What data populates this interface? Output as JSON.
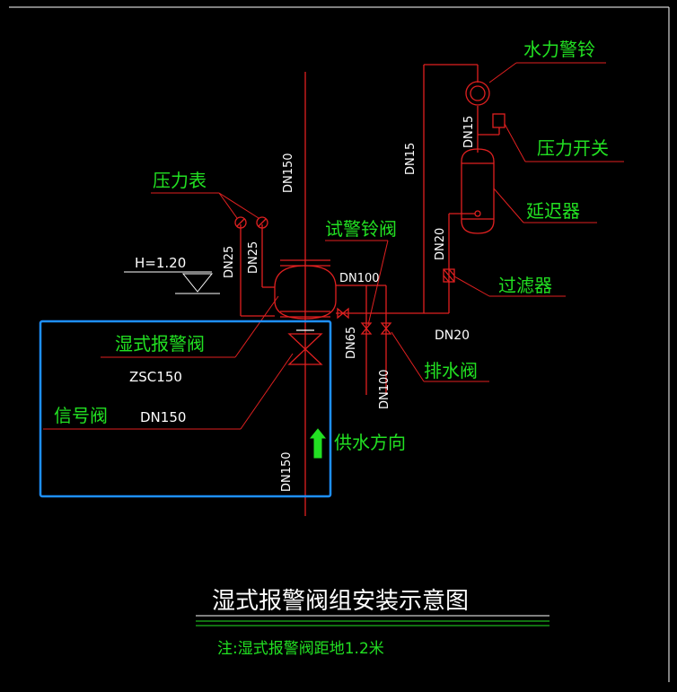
{
  "title": "湿式报警阀组安装示意图",
  "note": "注:湿式报警阀距地1.2米",
  "labels": {
    "water_gong": "水力警铃",
    "pressure_switch": "压力开关",
    "delay": "延迟器",
    "filter": "过滤器",
    "pressure_gauge": "压力表",
    "test_valve": "试警铃阀",
    "wet_alarm_valve": "湿式报警阀",
    "signal_valve": "信号阀",
    "drain_valve": "排水阀",
    "flow_direction": "供水方向"
  },
  "dims": {
    "dn150_top": "DN150",
    "dn15_a": "DN15",
    "dn15_b": "DN15",
    "dn25_a": "DN25",
    "dn25_b": "DN25",
    "dn100_h": "DN100",
    "dn20_v": "DN20",
    "dn20_h": "DN20",
    "dn65": "DN65",
    "dn100_v": "DN100",
    "dn150_bottom": "DN150",
    "height": "H=1.20",
    "model": "ZSC150",
    "valve_dn": "DN150"
  },
  "colors": {
    "pipe": "#e02020",
    "label": "#22e022",
    "dim": "#ffffff",
    "highlight": "#1e90ff",
    "arrow": "#22e022"
  }
}
